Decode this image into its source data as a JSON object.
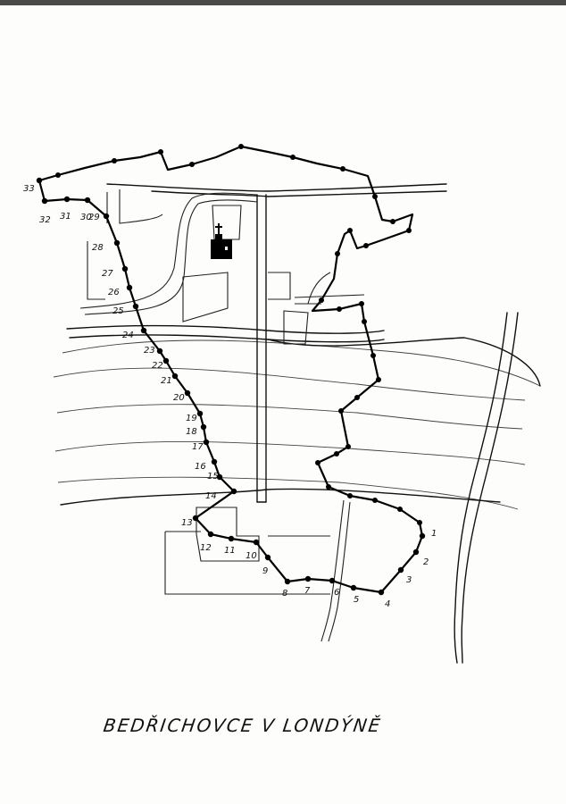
{
  "title": "BEDŘICHOVCE V LONDÝNĚ",
  "route_points": [
    {
      "label": "1"
    },
    {
      "label": "2"
    },
    {
      "label": "3"
    },
    {
      "label": "4"
    },
    {
      "label": "5"
    },
    {
      "label": "6"
    },
    {
      "label": "7"
    },
    {
      "label": "8"
    },
    {
      "label": "9"
    },
    {
      "label": "10"
    },
    {
      "label": "11"
    },
    {
      "label": "12"
    },
    {
      "label": "13"
    },
    {
      "label": "14"
    },
    {
      "label": "15"
    },
    {
      "label": "16"
    },
    {
      "label": "17"
    },
    {
      "label": "18"
    },
    {
      "label": "19"
    },
    {
      "label": "20"
    },
    {
      "label": "21"
    },
    {
      "label": "22"
    },
    {
      "label": "23"
    },
    {
      "label": "24"
    },
    {
      "label": "25"
    },
    {
      "label": "26"
    },
    {
      "label": "27"
    },
    {
      "label": "28"
    },
    {
      "label": "29"
    },
    {
      "label": "30"
    },
    {
      "label": "31"
    },
    {
      "label": "32"
    },
    {
      "label": "33"
    }
  ],
  "landmarks": {
    "church_icon": "church-icon"
  },
  "colors": {
    "ink": "#000000",
    "paper": "#fdfdfb"
  }
}
